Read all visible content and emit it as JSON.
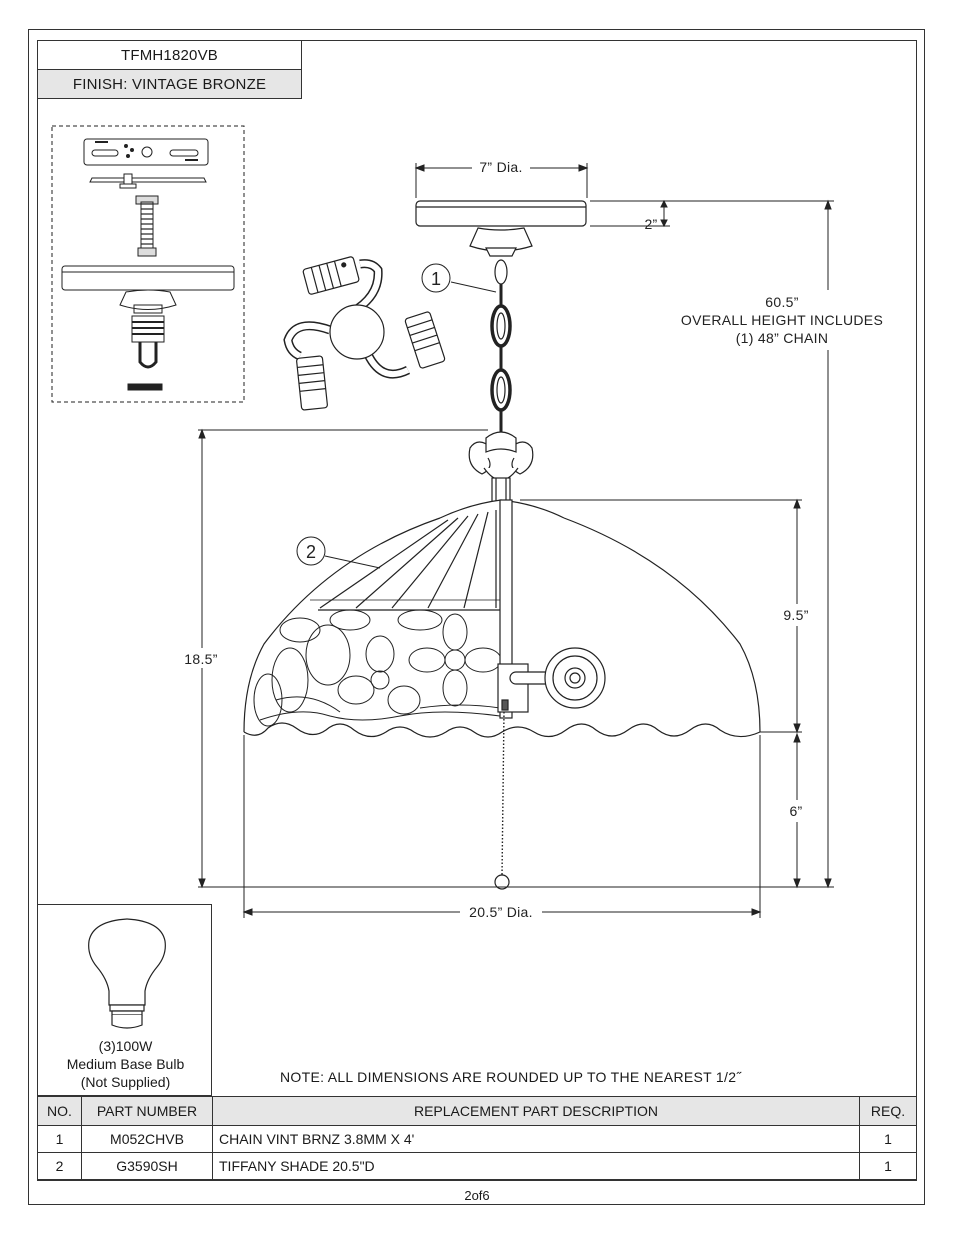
{
  "header": {
    "model": "TFMH1820VB",
    "finish": "FINISH: VINTAGE BRONZE"
  },
  "dimensions": {
    "canopy_dia": "7” Dia.",
    "canopy_height": "2”",
    "overall_value": "60.5”",
    "overall_line1": "OVERALL HEIGHT INCLUDES",
    "overall_line2": "(1) 48” CHAIN",
    "shade_total_height": "18.5”",
    "shade_height": "9.5”",
    "lower_height": "6”",
    "shade_dia": "20.5” Dia."
  },
  "callouts": [
    "1",
    "2"
  ],
  "bulb": {
    "line1": "(3)100W",
    "line2": "Medium Base Bulb",
    "line3": "(Not Supplied)"
  },
  "note": "NOTE:  ALL DIMENSIONS ARE ROUNDED UP TO THE NEAREST  1/2˝",
  "parts_table": {
    "headers": [
      "NO.",
      "PART NUMBER",
      "REPLACEMENT PART DESCRIPTION",
      "REQ."
    ],
    "rows": [
      [
        "1",
        "M052CHVB",
        "CHAIN VINT BRNZ 3.8MM X 4'",
        "1"
      ],
      [
        "2",
        "G3590SH",
        "TIFFANY SHADE 20.5\"D",
        "1"
      ]
    ]
  },
  "page": "2of6"
}
